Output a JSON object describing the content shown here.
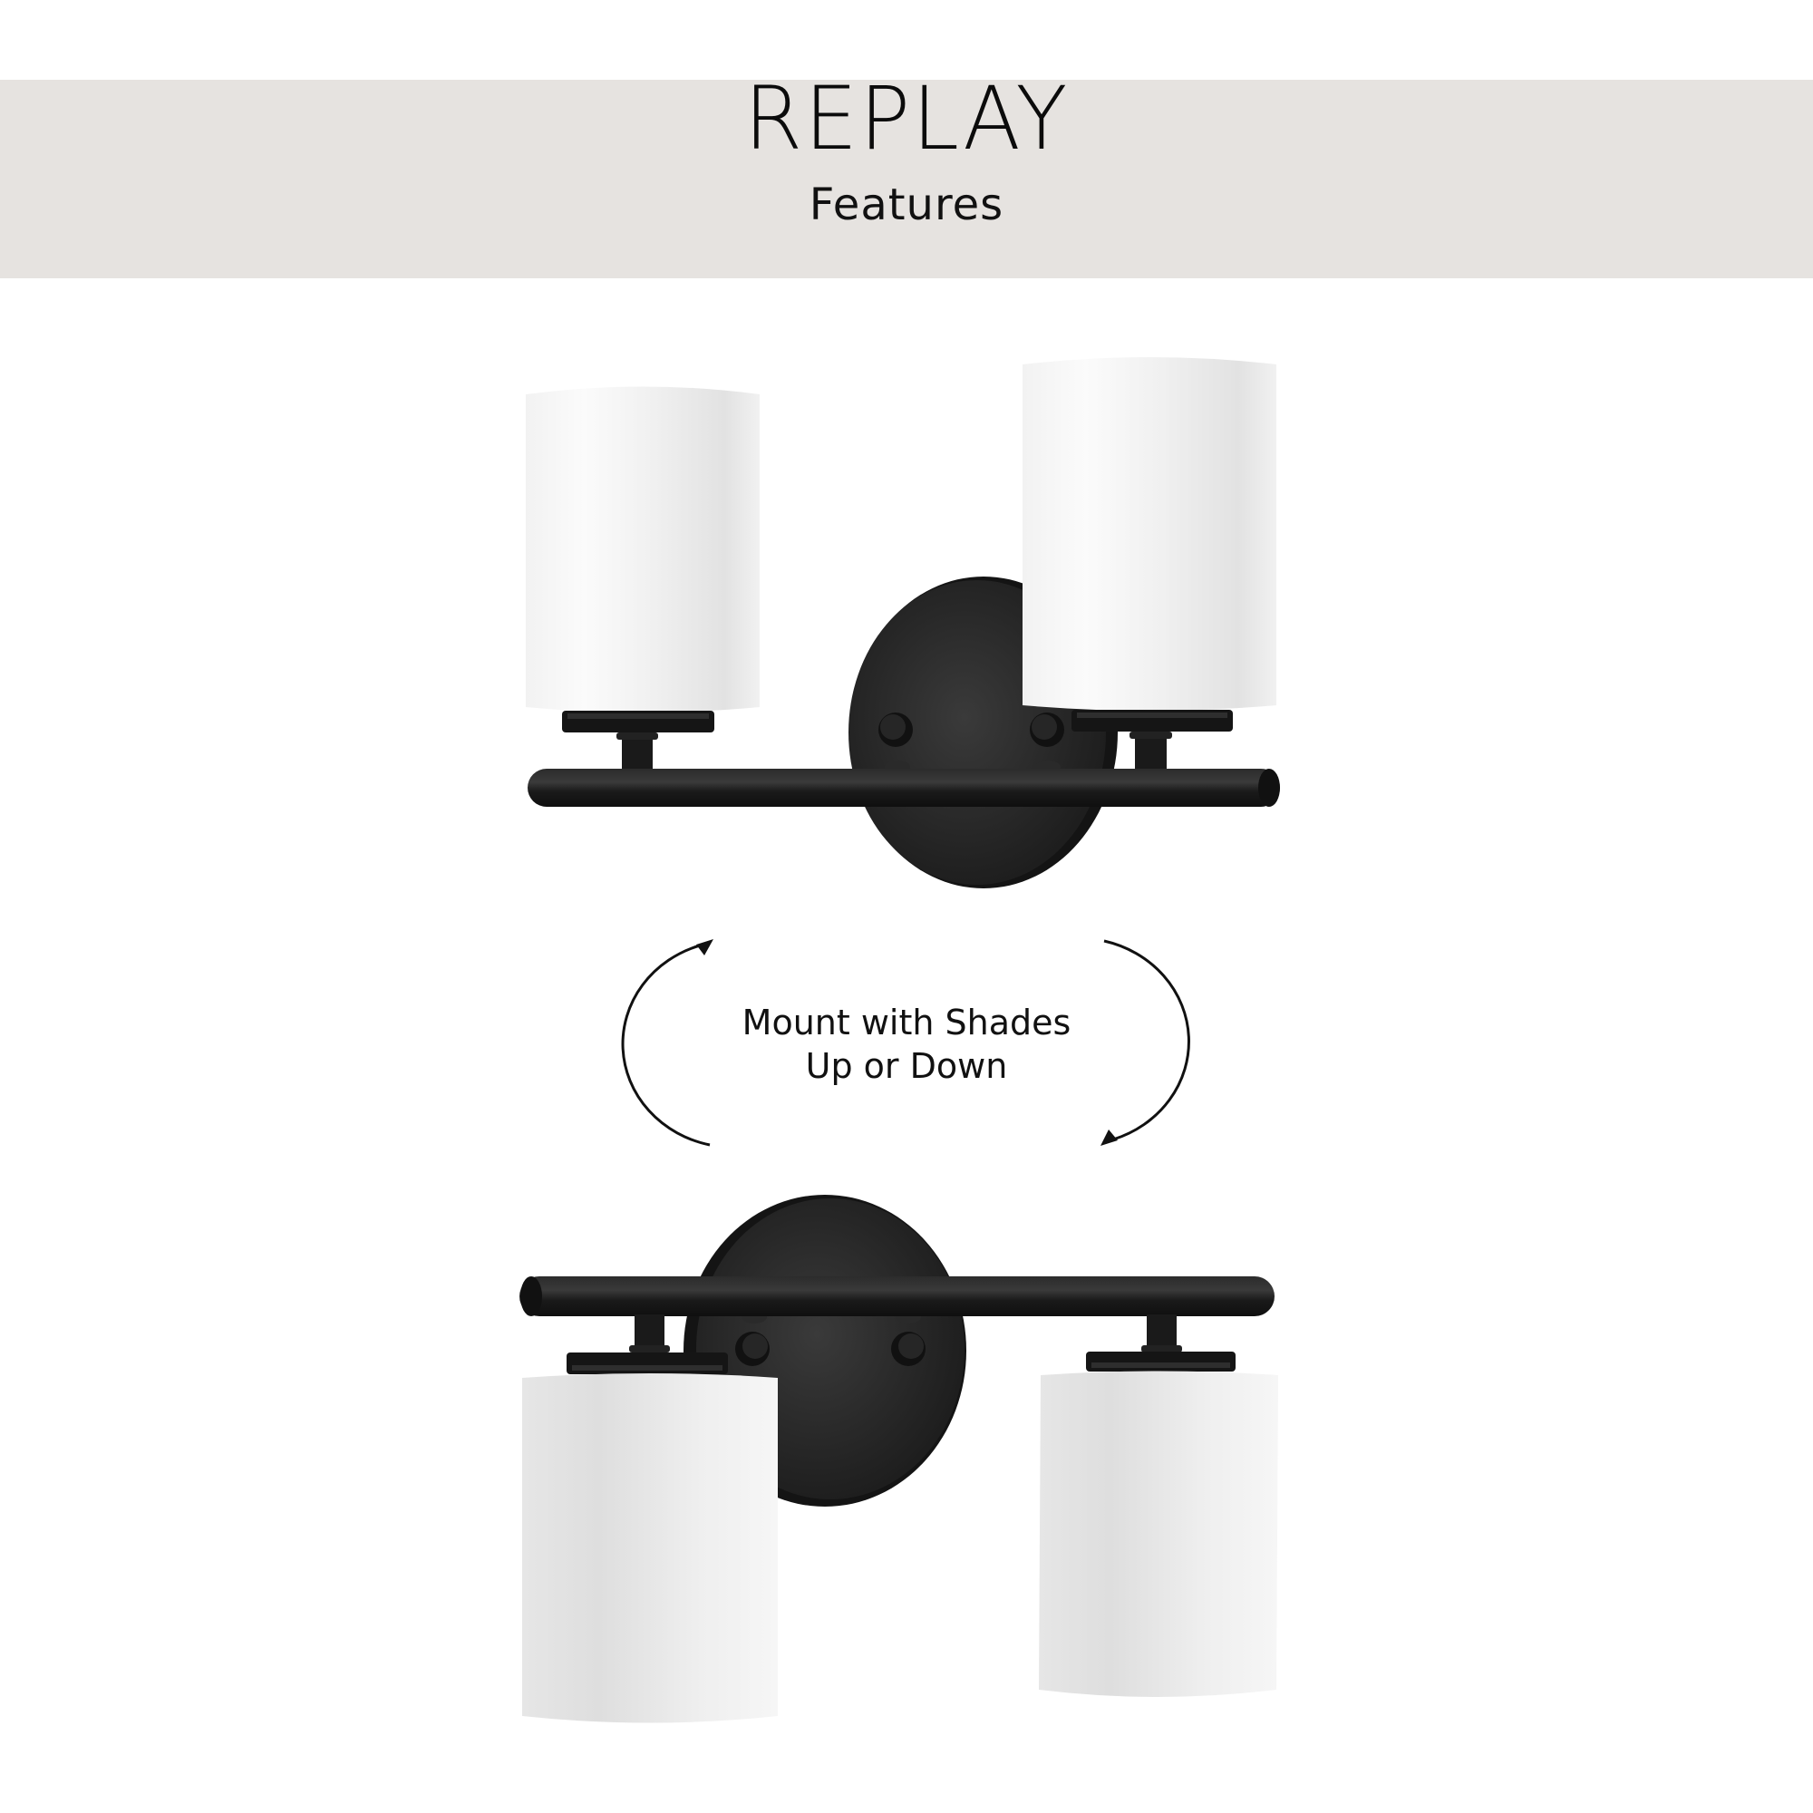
{
  "header": {
    "brand": "REPLAY",
    "subtitle": "Features",
    "background_color": "#e6e3e0"
  },
  "feature": {
    "caption_line_1": "Mount with Shades",
    "caption_line_2": "Up or Down",
    "icons": [
      "rotate-arrow-up-icon",
      "rotate-arrow-down-icon"
    ]
  },
  "product": {
    "name": "two-light bath vanity fixture",
    "finish_color": "#1b1b1b",
    "shade_color": "#f4f4f4",
    "views": [
      "shades-up",
      "shades-down"
    ]
  }
}
